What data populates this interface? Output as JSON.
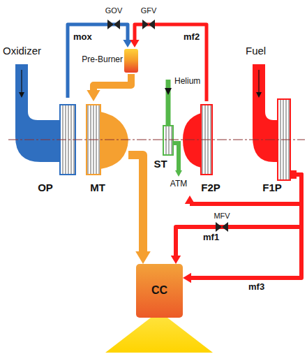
{
  "diagram": {
    "nodes": [
      {
        "text": [
          "OP"
        ]
      },
      {
        "text": [
          "Pre-Burner"
        ]
      },
      {
        "text": [
          "MT"
        ]
      },
      {
        "text": [
          "ST"
        ]
      },
      {
        "text": [
          "F2P"
        ]
      },
      {
        "text": [
          "F1P"
        ]
      },
      {
        "text": [
          "CC"
        ]
      }
    ],
    "edges": [
      {
        "from": 0,
        "to": 1,
        "label": "mox",
        "arrow": "to"
      },
      {
        "from": 4,
        "to": 1,
        "label": "mf2",
        "arrow": "to"
      },
      {
        "from": 1,
        "to": 2,
        "arrow": "to"
      },
      {
        "from": 2,
        "to": 6,
        "arrow": "to"
      },
      {
        "from": 5,
        "to": 4,
        "arrow": "to"
      },
      {
        "from": 5,
        "to": 6,
        "label": "mf1",
        "arrow": "to"
      },
      {
        "from": 5,
        "to": 6,
        "label": "mf3",
        "arrow": "to"
      }
    ],
    "labels": [
      "Oxidizer",
      "Fuel",
      "Helium",
      "ATM",
      "GOV",
      "GFV",
      "MFV"
    ]
  }
}
